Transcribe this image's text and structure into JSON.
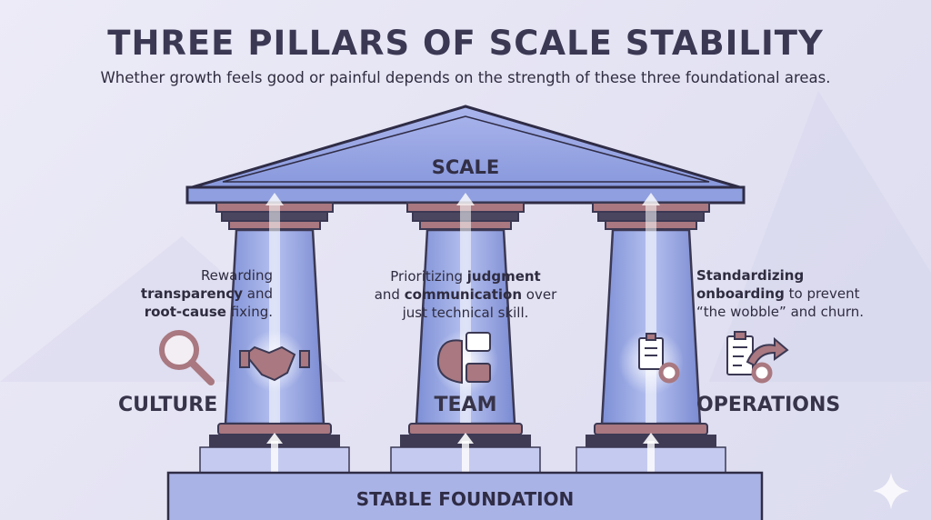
{
  "title": "THREE PILLARS OF SCALE STABILITY",
  "subtitle": "Whether growth feels good or painful depends on the strength of these three foundational areas.",
  "roof_label": "SCALE",
  "foundation_label": "STABLE FOUNDATION",
  "pillars": [
    {
      "label": "CULTURE",
      "desc_parts": [
        "Rewarding",
        "transparency",
        "and",
        "root-cause",
        "fixing."
      ],
      "icons": [
        "magnifier-icon",
        "handshake-icon"
      ]
    },
    {
      "label": "TEAM",
      "desc_parts": [
        "Prioritizing",
        "judgment",
        "and",
        "communication",
        "over",
        "just technical skill."
      ],
      "icons": [
        "brain-chat-icon"
      ]
    },
    {
      "label": "OPERATIONS",
      "desc_parts": [
        "Standardizing",
        "onboarding",
        "to prevent",
        "“the wobble” and churn."
      ],
      "icons": [
        "checklist-gear-icon",
        "checklist-gear-arrow-icon"
      ]
    }
  ],
  "colors": {
    "pillar": "#8a9bdc",
    "accent": "#a97880",
    "dark": "#3b3853"
  }
}
